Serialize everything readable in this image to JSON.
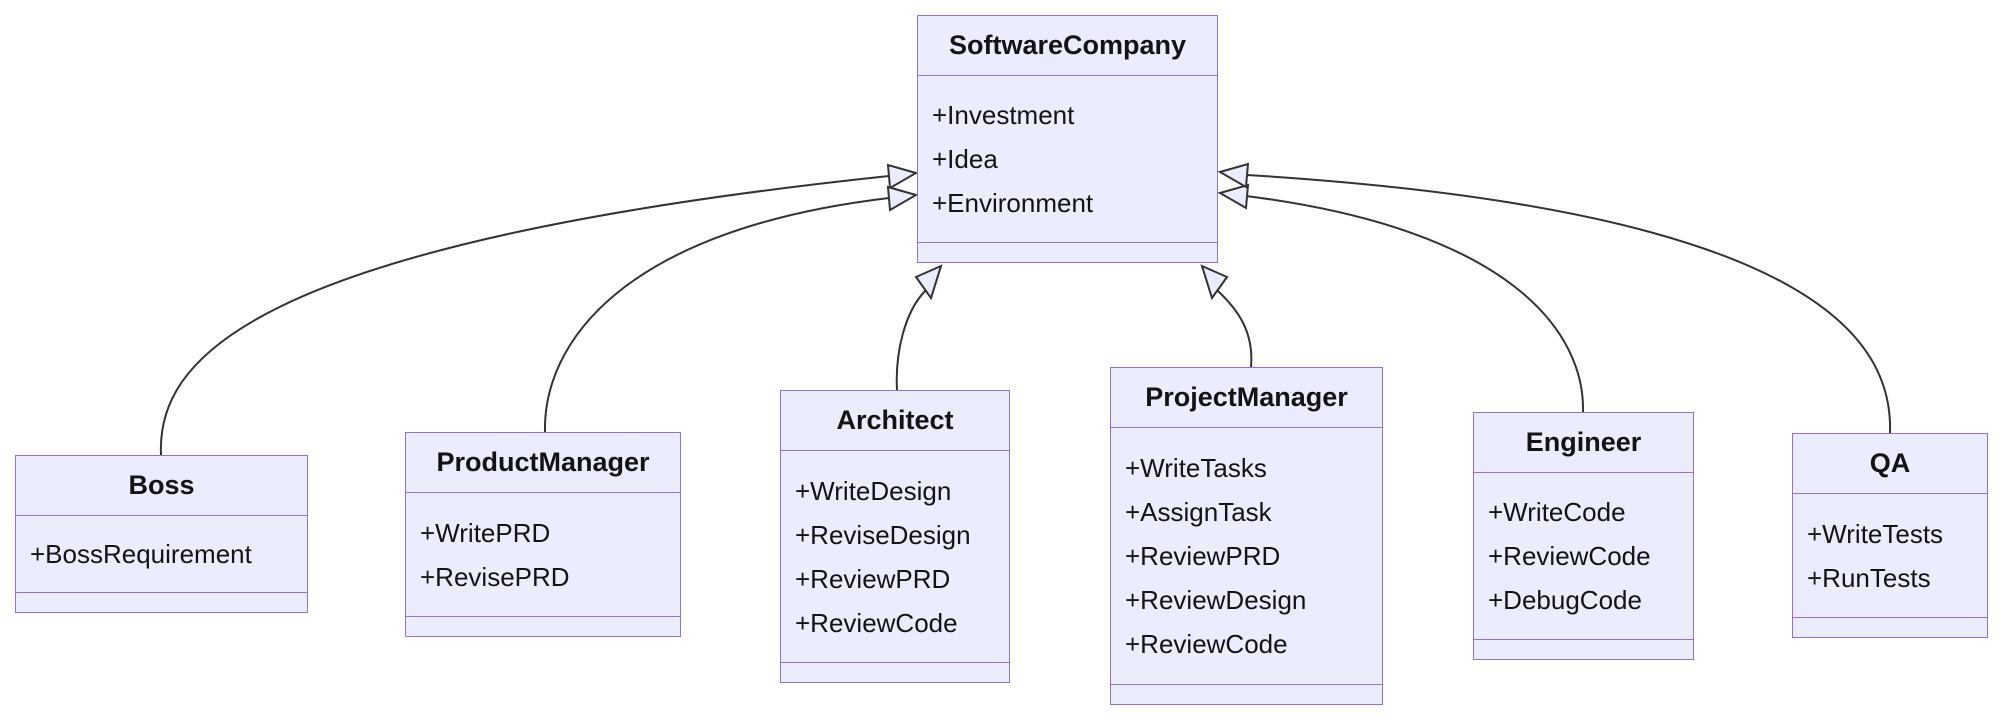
{
  "diagram": {
    "type": "uml-class-diagram",
    "classes": [
      {
        "name": "SoftwareCompany",
        "attributes": [
          "+Investment",
          "+Idea",
          "+Environment"
        ],
        "methods": []
      },
      {
        "name": "Boss",
        "attributes": [
          "+BossRequirement"
        ],
        "methods": []
      },
      {
        "name": "ProductManager",
        "attributes": [
          "+WritePRD",
          "+RevisePRD"
        ],
        "methods": []
      },
      {
        "name": "Architect",
        "attributes": [
          "+WriteDesign",
          "+ReviseDesign",
          "+ReviewPRD",
          "+ReviewCode"
        ],
        "methods": []
      },
      {
        "name": "ProjectManager",
        "attributes": [
          "+WriteTasks",
          "+AssignTask",
          "+ReviewPRD",
          "+ReviewDesign",
          "+ReviewCode"
        ],
        "methods": []
      },
      {
        "name": "Engineer",
        "attributes": [
          "+WriteCode",
          "+ReviewCode",
          "+DebugCode"
        ],
        "methods": []
      },
      {
        "name": "QA",
        "attributes": [
          "+WriteTests",
          "+RunTests"
        ],
        "methods": []
      }
    ],
    "relationships": [
      {
        "from": "Boss",
        "to": "SoftwareCompany",
        "type": "inheritance"
      },
      {
        "from": "ProductManager",
        "to": "SoftwareCompany",
        "type": "inheritance"
      },
      {
        "from": "Architect",
        "to": "SoftwareCompany",
        "type": "inheritance"
      },
      {
        "from": "ProjectManager",
        "to": "SoftwareCompany",
        "type": "inheritance"
      },
      {
        "from": "Engineer",
        "to": "SoftwareCompany",
        "type": "inheritance"
      },
      {
        "from": "QA",
        "to": "SoftwareCompany",
        "type": "inheritance"
      }
    ]
  },
  "colors": {
    "background": "#FFFFFF",
    "node-fill": "#ECECFF",
    "node-border": "#9370DB",
    "divider": "#9370DB",
    "edge": "#333333",
    "arrowhead-fill": "#ECECFF",
    "text": "#131316"
  }
}
